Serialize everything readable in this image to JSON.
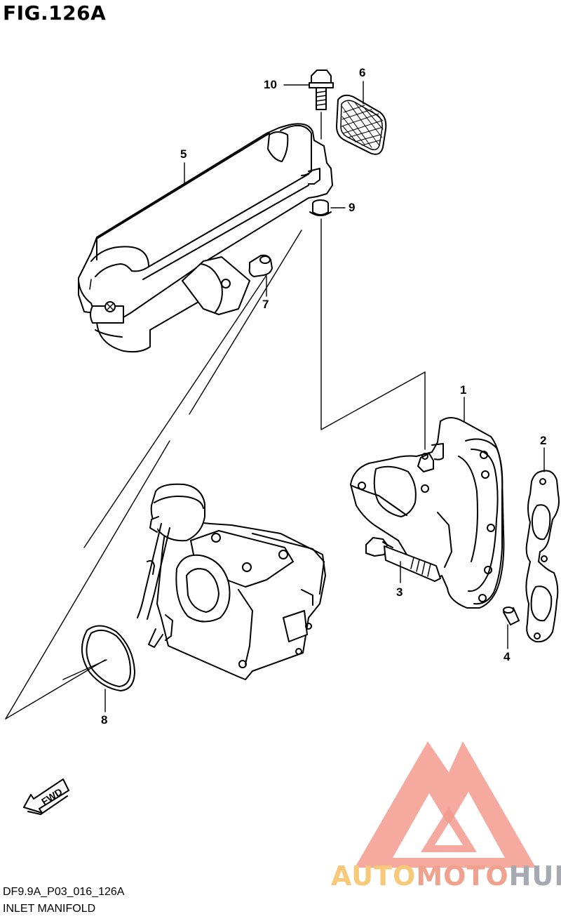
{
  "figure": {
    "title": "FIG.126A",
    "code": "DF9.9A_P03_016_126A",
    "name": "INLET MANIFOLD"
  },
  "callouts": [
    {
      "id": "1",
      "label": "1"
    },
    {
      "id": "2",
      "label": "2"
    },
    {
      "id": "3",
      "label": "3"
    },
    {
      "id": "4",
      "label": "4"
    },
    {
      "id": "5",
      "label": "5"
    },
    {
      "id": "6",
      "label": "6"
    },
    {
      "id": "7",
      "label": "7"
    },
    {
      "id": "8",
      "label": "8"
    },
    {
      "id": "9",
      "label": "9"
    },
    {
      "id": "10",
      "label": "10"
    }
  ],
  "fwd_marker": {
    "label": "FWD"
  },
  "watermark": {
    "part1": "AUTO",
    "part2": "MOTO",
    "part3": "HUB",
    "colors": {
      "auto": "#f7c978",
      "moto": "#f0a28f",
      "hub": "#a6aab0",
      "logo": "#f39a8e"
    }
  }
}
